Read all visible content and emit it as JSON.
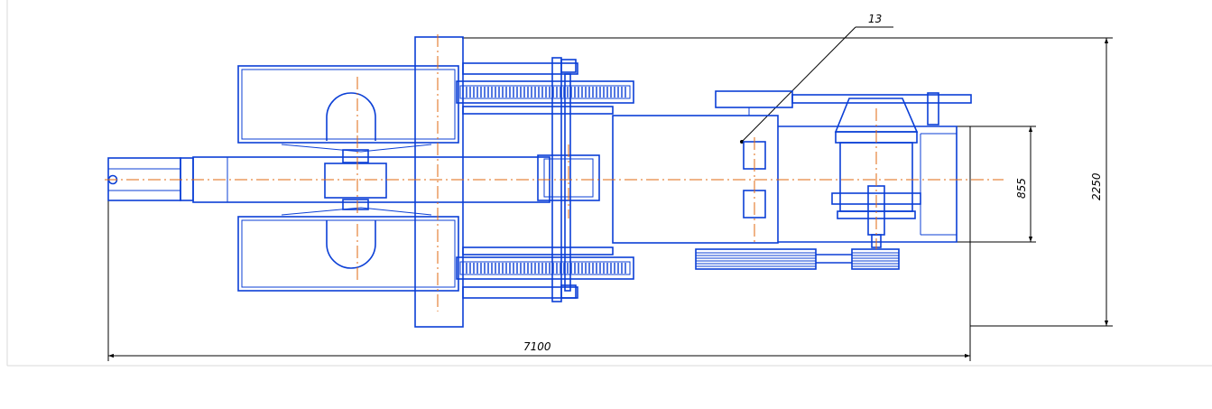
{
  "drawing": {
    "callout_label": "13",
    "dim_total_length": "7100",
    "dim_total_width": "2250",
    "dim_inner_width": "855"
  },
  "colors": {
    "outline": "#0b3fd6",
    "centerline": "#e06a10",
    "dimension": "#000000",
    "frame": "#d9d9d9"
  }
}
